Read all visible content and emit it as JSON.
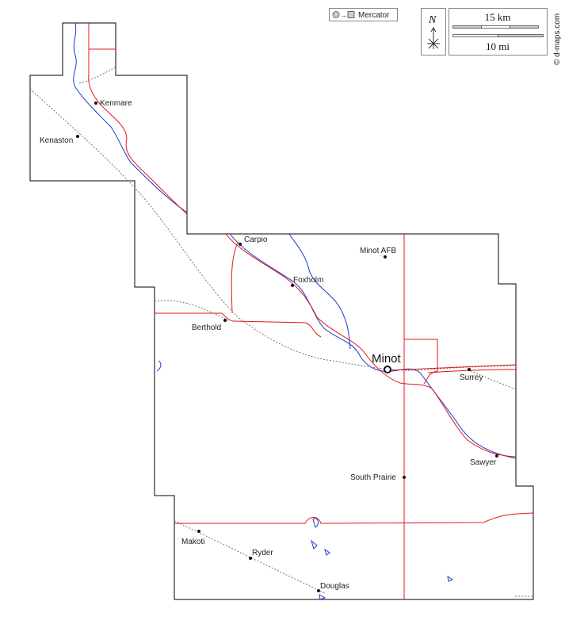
{
  "projection": {
    "label": "Mercator"
  },
  "compass": {
    "label": "N"
  },
  "scale": {
    "km_label": "15 km",
    "mi_label": "10 mi"
  },
  "credit": "© d-maps.com",
  "places": [
    {
      "name": "Kenmare",
      "type": "town"
    },
    {
      "name": "Kenaston",
      "type": "town"
    },
    {
      "name": "Carpio",
      "type": "town"
    },
    {
      "name": "Minot AFB",
      "type": "town"
    },
    {
      "name": "Foxholm",
      "type": "town"
    },
    {
      "name": "Berthold",
      "type": "town"
    },
    {
      "name": "Minot",
      "type": "city"
    },
    {
      "name": "Surrey",
      "type": "town"
    },
    {
      "name": "Sawyer",
      "type": "town"
    },
    {
      "name": "South Prairie",
      "type": "town"
    },
    {
      "name": "Makoti",
      "type": "town"
    },
    {
      "name": "Ryder",
      "type": "town"
    },
    {
      "name": "Douglas",
      "type": "town"
    }
  ],
  "colors": {
    "road": "#e8141b",
    "river": "#1a3cc8",
    "railway": "#555555",
    "border": "#000000"
  }
}
